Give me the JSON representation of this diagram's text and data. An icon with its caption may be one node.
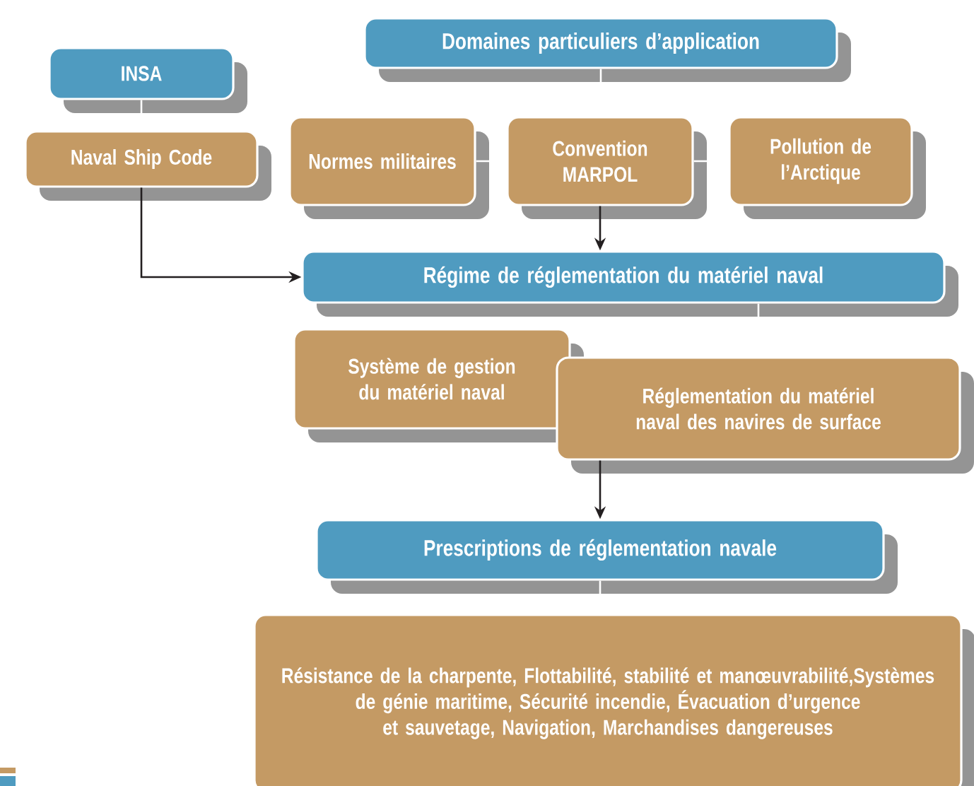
{
  "diagram": {
    "nodes": [
      {
        "text": [
          "INSA"
        ]
      },
      {
        "text": [
          "Naval Ship Code"
        ]
      },
      {
        "text": [
          "Domaines particuliers d’application"
        ]
      },
      {
        "text": [
          "Normes militaires"
        ]
      },
      {
        "text": [
          "Convention MARPOL"
        ]
      },
      {
        "text": [
          "Pollution de l’Arctique"
        ]
      },
      {
        "text": [
          "Régime de réglementation du matériel naval"
        ]
      },
      {
        "text": [
          "Système de gestion du matériel naval"
        ]
      },
      {
        "text": [
          "Réglementation du matériel naval des navires de surface"
        ]
      },
      {
        "text": [
          "Prescriptions de réglementation navale"
        ]
      },
      {
        "text": [
          "Résistance de la charpente, Flottabilité, stabilité et manœuvrabilité,Systèmes de génie maritime, Sécurité incendie, Évacuation d’urgence et sauvetage, Navigation, Marchandises dangereuses"
        ]
      }
    ],
    "edges": [
      {
        "from": 0,
        "to": 1,
        "arrow": "none"
      },
      {
        "from": 1,
        "to": 6,
        "arrow": "to",
        "color": "#231f20"
      },
      {
        "from": 2,
        "to": 4,
        "arrow": "none"
      },
      {
        "from": 3,
        "to": 4,
        "arrow": "none"
      },
      {
        "from": 4,
        "to": 5,
        "arrow": "none"
      },
      {
        "from": 4,
        "to": 6,
        "arrow": "to",
        "color": "#231f20"
      },
      {
        "from": 6,
        "to": 8,
        "arrow": "none"
      },
      {
        "from": 8,
        "to": 9,
        "arrow": "to",
        "color": "#231f20"
      },
      {
        "from": 9,
        "to": 10,
        "arrow": "none"
      }
    ]
  }
}
